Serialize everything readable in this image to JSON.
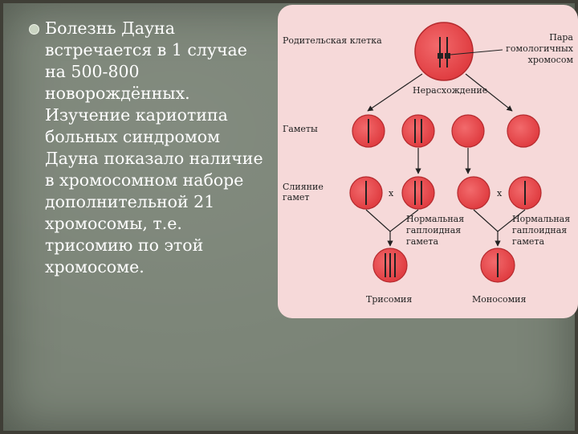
{
  "bullet_text": "Болезнь Дауна встречается в 1 случае на 500-800 новорождённых. Изучение кариотипа больных синдромом Дауна показало наличие в хромосомном наборе дополнительной 21 хромосомы, т.е. трисомию по этой хромосоме.",
  "diagram": {
    "parent_cell_label": "Родительская клетка",
    "homologous_pair_label": [
      "Пара",
      "гомологичных",
      "хромосом"
    ],
    "nondisjunction_label": "Нерасхождение",
    "gametes_label": "Гаметы",
    "fusion_label": [
      "Слияние",
      "гамет"
    ],
    "cross_symbol": "x",
    "normal_gamete_left": [
      "Нормальная",
      "гаплоидная",
      "гамета"
    ],
    "normal_gamete_right": [
      "Нормальная",
      "гаплоидная",
      "гамета"
    ],
    "trisomy_label": "Трисомия",
    "monosomy_label": "Моносомия"
  },
  "colors": {
    "cell_fill": "#e8474a",
    "cell_stroke": "#b52a2e",
    "card_bg": "#f6d9d9",
    "slide_bg": "#7b8477"
  }
}
